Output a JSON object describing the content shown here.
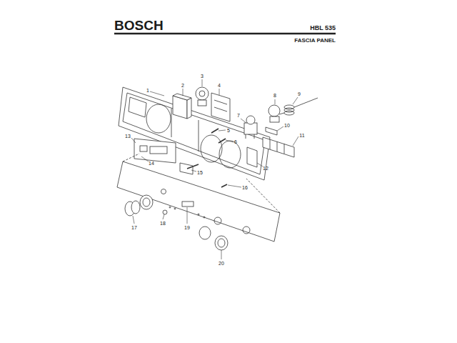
{
  "diagram": {
    "labels": [
      "BOSCH",
      "HBL 535",
      "FASCIA PANEL",
      "1",
      "2",
      "3",
      "4",
      "5",
      "6",
      "7",
      "8",
      "9",
      "10",
      "11",
      "12",
      "13",
      "14",
      "15",
      "16",
      "17",
      "18",
      "19",
      "20"
    ]
  }
}
